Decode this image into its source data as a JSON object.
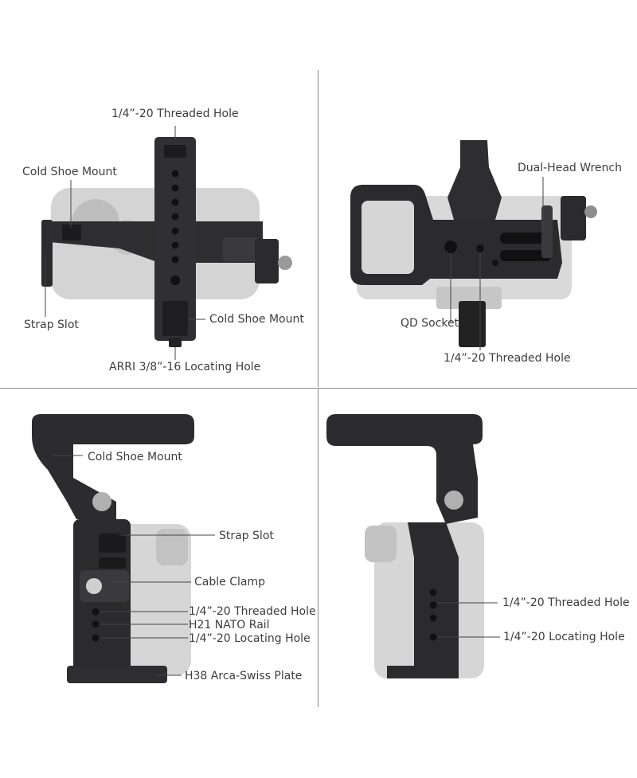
{
  "panels": {
    "top_left": {
      "labels": {
        "threaded_hole": "1/4”-20 Threaded Hole",
        "cold_shoe_top": "Cold Shoe Mount",
        "strap_slot": "Strap Slot",
        "cold_shoe_bottom": "Cold Shoe Mount",
        "arri_hole": "ARRI 3/8”-16 Locating Hole"
      }
    },
    "top_right": {
      "labels": {
        "wrench": "Dual-Head Wrench",
        "qd_socket": "QD Socket",
        "threaded_hole": "1/4”-20 Threaded Hole"
      }
    },
    "bottom_left": {
      "labels": {
        "cold_shoe": "Cold Shoe Mount",
        "strap_slot": "Strap Slot",
        "cable_clamp": "Cable Clamp",
        "threaded_hole": "1/4”-20 Threaded Hole",
        "nato_rail": "H21 NATO Rail",
        "locating_hole": "1/4”-20 Locating Hole",
        "arca_plate": "H38 Arca-Swiss Plate"
      }
    },
    "bottom_right": {
      "labels": {
        "threaded_hole": "1/4”-20 Threaded Hole",
        "locating_hole": "1/4”-20 Locating Hole"
      }
    }
  },
  "colors": {
    "cage": "#2b2b2e",
    "camera": "#c9c9c9",
    "divider": "#8a8a8a",
    "text": "#3d3d3d"
  }
}
